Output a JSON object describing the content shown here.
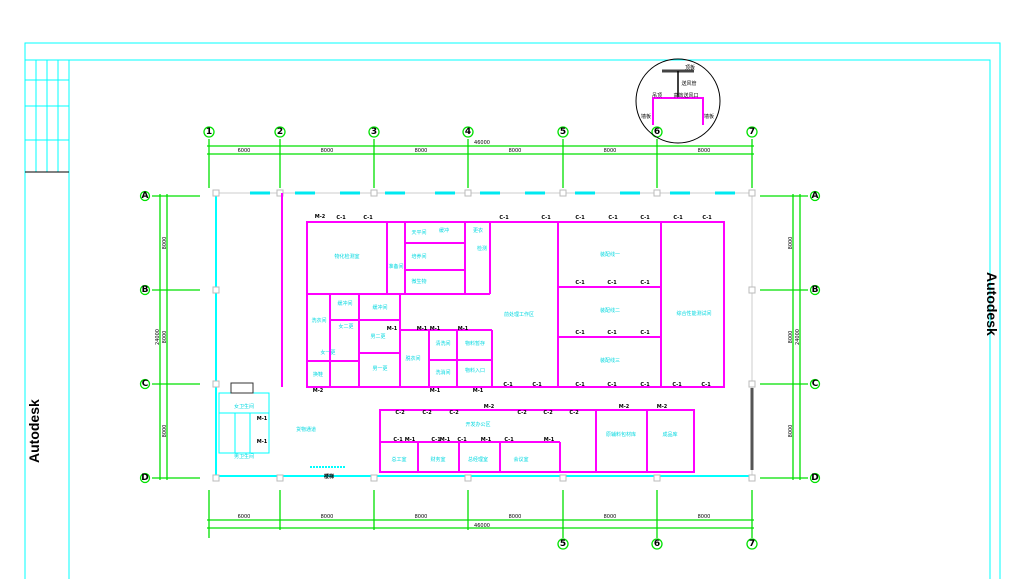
{
  "brand": {
    "left": "Autodesk",
    "right": "Autodesk"
  },
  "axes": {
    "columns": [
      "1",
      "2",
      "3",
      "4",
      "5",
      "6",
      "7"
    ],
    "bottom_columns": [
      "5",
      "6",
      "7"
    ],
    "rows": [
      "A",
      "B",
      "C",
      "D"
    ]
  },
  "dimensions": {
    "top_spans": [
      "6000",
      "8000",
      "8000",
      "8000",
      "8000",
      "8000"
    ],
    "top_total": "46000",
    "bottom_spans": [
      "6000",
      "8000",
      "8000",
      "8000",
      "8000",
      "8000"
    ],
    "bottom_total": "46000",
    "side_spans": [
      "8000",
      "8000",
      "8000"
    ],
    "side_total": "24000"
  },
  "rooms": {
    "r1": "物化检测室",
    "r2": "准备间",
    "r3": "天平间",
    "r4": "培养间",
    "r5": "微生物",
    "r6": "缓冲",
    "r7": "更衣",
    "r8": "检测",
    "r9": "洗衣间",
    "r10": "脱衣间",
    "r11": "缓冲间",
    "r12": "女二更",
    "r13": "男二更",
    "r14": "女一更",
    "r15": "男一更",
    "r16": "换鞋",
    "r17": "清洗间",
    "r18": "物料暂存",
    "r19": "洗消间",
    "r20": "物料入口",
    "r21": "前处理工作区",
    "r22": "装配线一",
    "r23": "装配线二",
    "r24": "装配线三",
    "r25": "综合性能测试间",
    "r26": "女卫生间",
    "r27": "男卫生间",
    "r28": "货物通道",
    "r29": "开发办公区",
    "r30": "总工室",
    "r31": "财务室",
    "r32": "总经理室",
    "r33": "会议室",
    "r34": "原辅料包材库",
    "r35": "成品库",
    "r36": "楼梯"
  },
  "tags": {
    "c1": "C-1",
    "c2": "C-2",
    "m1": "M-1",
    "m2": "M-2"
  },
  "detail": {
    "a": "顶板",
    "b": "吊顶",
    "c": "送风管",
    "d": "回风",
    "e": "墙板",
    "f": "墙板",
    "g": "高效送风口"
  }
}
